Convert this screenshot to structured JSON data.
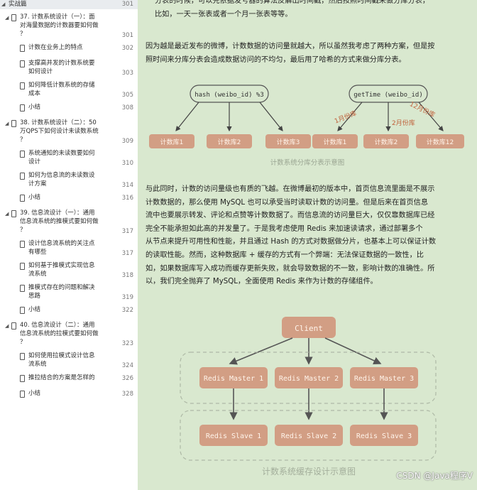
{
  "sidebar": {
    "top": {
      "label": "实战篇",
      "page": "301"
    },
    "items": [
      {
        "level": 0,
        "lines": [
          "37. 计数系统设计（一）：面",
          "对海量数据的计数器要如何做",
          "？"
        ],
        "page": "301"
      },
      {
        "level": 1,
        "lines": [
          "计数在业务上的特点"
        ],
        "page": "302"
      },
      {
        "level": 1,
        "lines": [
          "支撑高并发的计数系统要",
          "如何设计"
        ],
        "page": "303"
      },
      {
        "level": 1,
        "lines": [
          "如何降低计数系统的存储",
          "成本"
        ],
        "page": "305"
      },
      {
        "level": 1,
        "lines": [
          "小结"
        ],
        "page": "308"
      },
      {
        "level": 0,
        "lines": [
          "38. 计数系统设计（二）：50",
          "万QPS下如何设计未读数系统",
          "？"
        ],
        "page": "309"
      },
      {
        "level": 1,
        "lines": [
          "系统通知的未读数要如何",
          "设计"
        ],
        "page": "310"
      },
      {
        "level": 1,
        "lines": [
          "如何为信息流的未读数设",
          "计方案"
        ],
        "page": "314"
      },
      {
        "level": 1,
        "lines": [
          "小结"
        ],
        "page": "316"
      },
      {
        "level": 0,
        "lines": [
          "39. 信息流设计（一）：通用",
          "信息流系统的推模式要如何做",
          "？"
        ],
        "page": "317"
      },
      {
        "level": 1,
        "lines": [
          "设计信息流系统的关注点",
          "有哪些"
        ],
        "page": "317"
      },
      {
        "level": 1,
        "lines": [
          "如何基于推模式实现信息",
          "流系统"
        ],
        "page": "318"
      },
      {
        "level": 1,
        "lines": [
          "推模式存在的问题和解决",
          "思路"
        ],
        "page": "319"
      },
      {
        "level": 1,
        "lines": [
          "小结"
        ],
        "page": "322"
      },
      {
        "level": 0,
        "lines": [
          "40. 信息流设计（二）：通用",
          "信息流系统的拉模式要如何做",
          "？"
        ],
        "page": "323"
      },
      {
        "level": 1,
        "lines": [
          "如何使用拉模式设计信息",
          "流系统"
        ],
        "page": "324"
      },
      {
        "level": 1,
        "lines": [
          "推拉结合的方案是怎样的"
        ],
        "page": "326"
      },
      {
        "level": 1,
        "lines": [
          "小结"
        ],
        "page": "328"
      }
    ]
  },
  "content": {
    "para1": [
      "分表的时候，可以先依据发号器的算法反解出时间戳，然后按照时间戳来做分库分表，",
      "比如，一天一张表或者一个月一张表等等。"
    ],
    "para2": [
      "因为越是最近发布的微博，计数数据的访问量就越大，所以虽然我考虑了两种方案，但是按",
      "照时间来分库分表会造成数据访问的不均匀，最后用了哈希的方式来做分库分表。"
    ],
    "diagram1": {
      "left_node": "hash (weibo_id) %3",
      "left_targets": [
        "计数库1",
        "计数库2",
        "计数库3"
      ],
      "right_node": "getTime (weibo_id)",
      "right_targets": [
        "计数库1",
        "计数库2",
        "计数库12"
      ],
      "right_labels": [
        "1月份库",
        "2月份库",
        "12月份库"
      ],
      "ellipsis": "……",
      "caption": "计数系统分库分表示意图"
    },
    "para3": [
      "与此同时，计数的访问量级也有质的飞越。在微博最初的版本中，首页信息流里面是不展示",
      "计数数据的，那么使用 MySQL 也可以承受当时读取计数的访问量。但是后来在首页信息",
      "流中也要展示转发、评论和点赞等计数数据了。而信息流的访问量巨大，仅仅靠数据库已经",
      "完全不能承担如此高的并发量了。于是我考虑使用 Redis 来加速读请求，通过部署多个",
      "从节点来提升可用性和性能，并且通过 Hash 的方式对数据做分片，也基本上可以保证计数",
      "的读取性能。然而，这种数据库 + 缓存的方式有一个弊端：无法保证数据的一致性，比",
      "如，如果数据库写入成功而缓存更新失败，就会导致数据的不一致，影响计数的准确性。所",
      "以，我们完全抛弃了 MySQL，全面使用 Redis 来作为计数的存储组件。"
    ],
    "diagram2": {
      "client": "Client",
      "masters": [
        "Redis Master 1",
        "Redis Master 2",
        "Redis Master 3"
      ],
      "slaves": [
        "Redis Slave 1",
        "Redis Slave 2",
        "Redis Slave 3"
      ],
      "caption": "计数系统缓存设计示意图"
    }
  },
  "watermark": "CSDN @Java程序V",
  "colors": {
    "bg": "#d9e8cf",
    "node": "#d29e84",
    "node_text": "#fff4ea",
    "accent": "#c0603a"
  }
}
